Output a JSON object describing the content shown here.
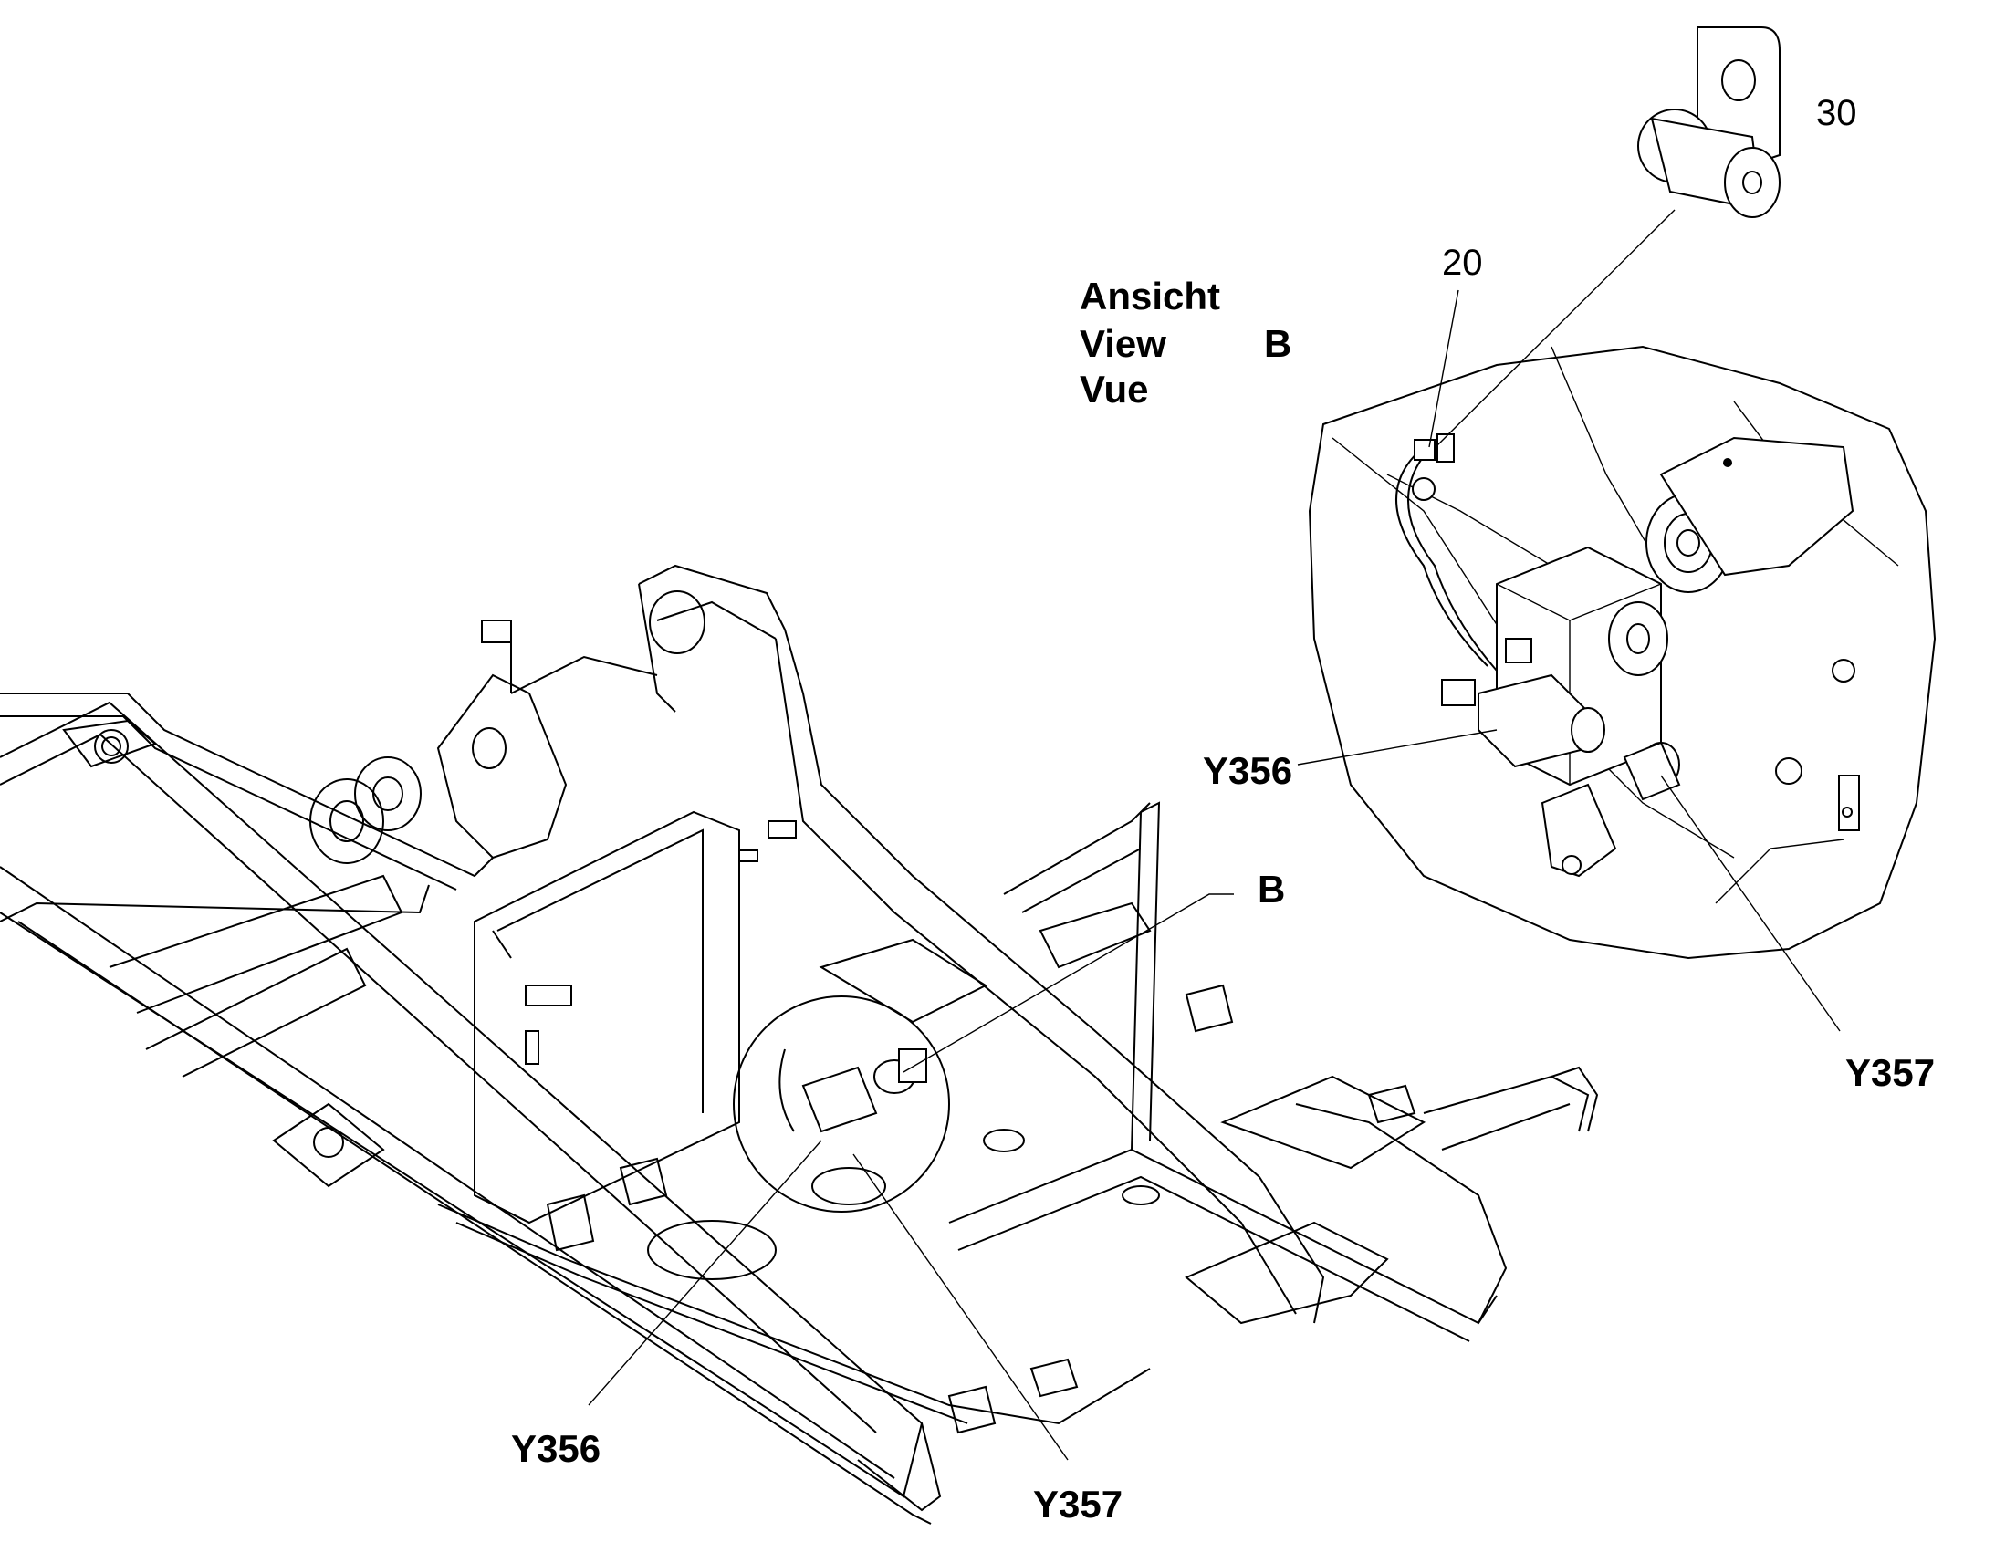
{
  "view_title": {
    "line_de": "Ansicht",
    "line_en": "View",
    "line_fr": "Vue",
    "view_letter": "B"
  },
  "callouts": {
    "view_marker": "B",
    "part_20": "20",
    "part_30": "30",
    "detail_y356": "Y356",
    "detail_y357": "Y357",
    "main_y356": "Y356",
    "main_y357": "Y357"
  }
}
